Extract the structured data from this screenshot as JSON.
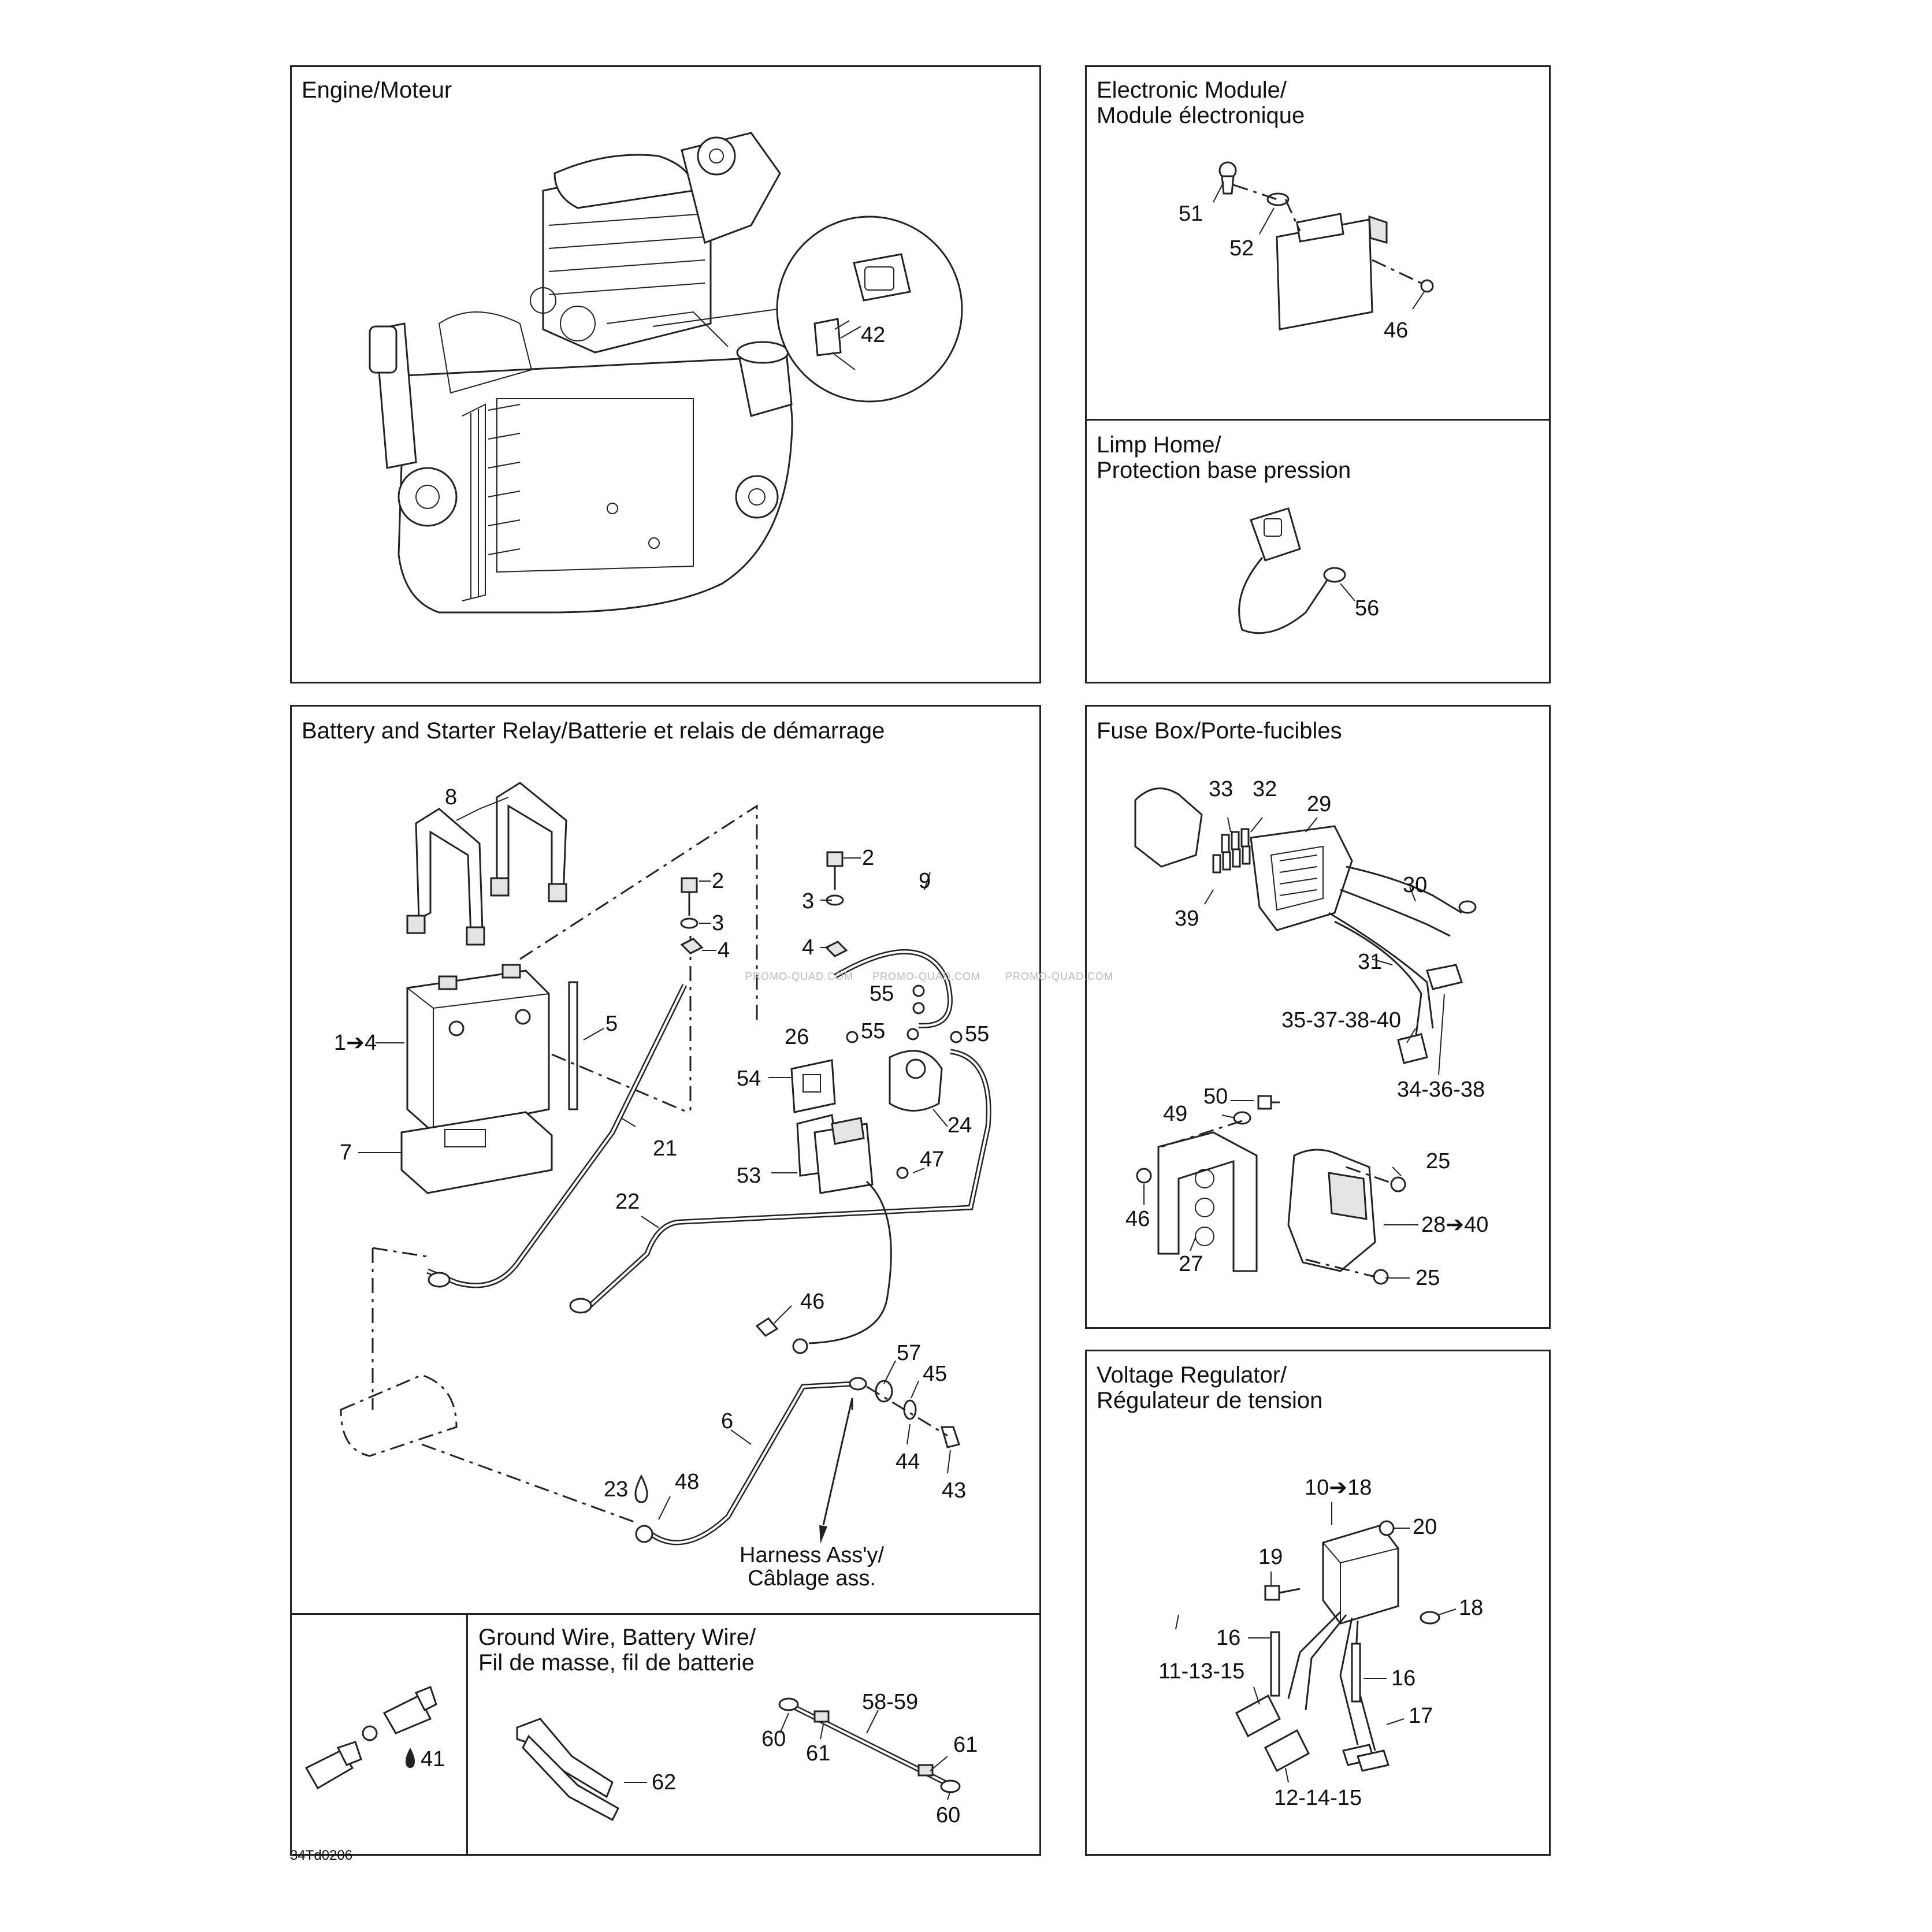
{
  "panels": {
    "engine": {
      "title": "Engine/Moteur",
      "labels": [
        "42"
      ]
    },
    "electronic_module": {
      "title": "Electronic Module/\nModule électronique",
      "labels": [
        "51",
        "52",
        "46"
      ]
    },
    "limp_home": {
      "title": "Limp Home/\nProtection base pression",
      "labels": [
        "56"
      ]
    },
    "battery": {
      "title": "Battery and Starter Relay/Batterie et relais de démarrage",
      "labels": [
        "8",
        "2",
        "3",
        "4",
        "2",
        "3",
        "4",
        "9",
        "1➔4",
        "5",
        "55",
        "26",
        "55",
        "55",
        "54",
        "24",
        "7",
        "21",
        "53",
        "47",
        "22",
        "46",
        "57",
        "45",
        "6",
        "44",
        "43",
        "23",
        "48"
      ],
      "harness": "Harness Ass'y/\nCâblage ass."
    },
    "fuse_box": {
      "title": "Fuse Box/Porte-fucibles",
      "labels": [
        "33",
        "32",
        "29",
        "30",
        "39",
        "31",
        "35-37-38-40",
        "34-36-38",
        "50",
        "49",
        "25",
        "46",
        "28➔40",
        "27",
        "25"
      ]
    },
    "ground_wire": {
      "title": "Ground Wire, Battery Wire/\nFil de masse, fil de batterie",
      "labels": [
        "58-59",
        "60",
        "61",
        "61",
        "62",
        "60"
      ]
    },
    "connector": {
      "labels": [
        "41"
      ]
    },
    "voltage_regulator": {
      "title": "Voltage Regulator/\nRégulateur de tension",
      "labels": [
        "10➔18",
        "20",
        "19",
        "18",
        "16",
        "11-13-15",
        "16",
        "17",
        "12-14-15"
      ]
    }
  },
  "footer": "34Td0206",
  "watermark": "PROMO-QUAD.COM"
}
